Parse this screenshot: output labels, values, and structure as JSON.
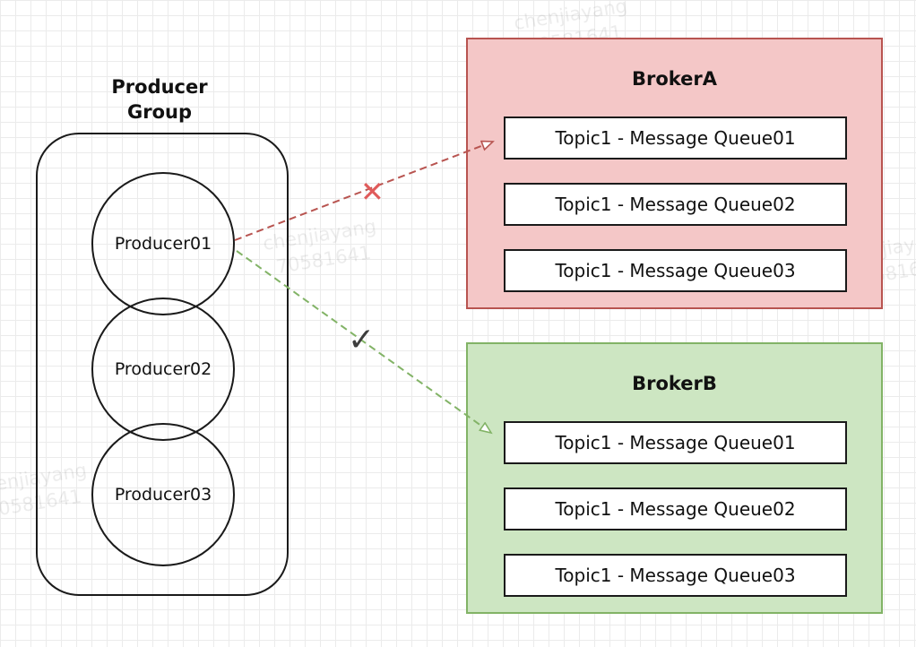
{
  "watermark": {
    "line1": "chenjiayang",
    "line2": "70581641"
  },
  "producer_group": {
    "title_line1": "Producer",
    "title_line2": "Group",
    "producers": [
      {
        "label": "Producer01"
      },
      {
        "label": "Producer02"
      },
      {
        "label": "Producer03"
      }
    ]
  },
  "brokers": [
    {
      "name": "BrokerA",
      "queues": [
        "Topic1 - Message Queue01",
        "Topic1 - Message Queue02",
        "Topic1 - Message Queue03"
      ]
    },
    {
      "name": "BrokerB",
      "queues": [
        "Topic1 - Message Queue01",
        "Topic1 - Message Queue02",
        "Topic1 - Message Queue03"
      ]
    }
  ],
  "annotations": {
    "fail_mark": "✕",
    "success_mark": "✓"
  },
  "colors": {
    "broker_a_bg": "#f4c7c7",
    "broker_a_border": "#b85450",
    "broker_b_bg": "#cde6c2",
    "broker_b_border": "#82b366",
    "arrow_fail": "#b85450",
    "arrow_success": "#82b366",
    "fail_color": "#e05b5b",
    "success_color": "#3c3c3c"
  }
}
